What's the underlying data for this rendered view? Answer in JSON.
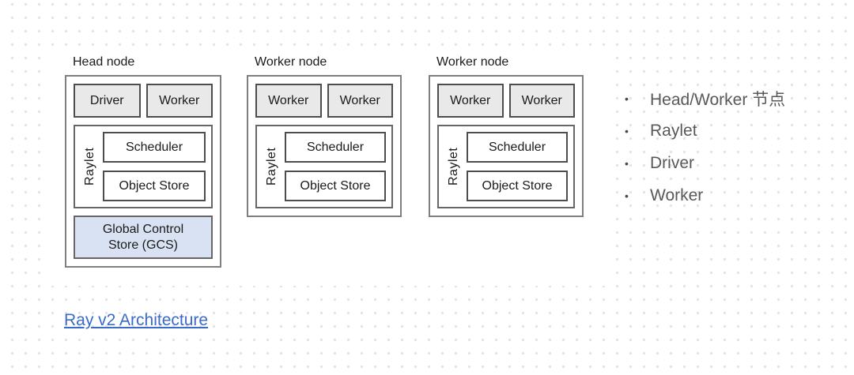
{
  "diagram": {
    "nodes": [
      {
        "label": "Head node",
        "processes": [
          "Driver",
          "Worker"
        ],
        "raylet": {
          "label": "Raylet",
          "components": [
            "Scheduler",
            "Object Store"
          ]
        },
        "gcs": {
          "line1": "Global Control",
          "line2": "Store (GCS)"
        }
      },
      {
        "label": "Worker node",
        "processes": [
          "Worker",
          "Worker"
        ],
        "raylet": {
          "label": "Raylet",
          "components": [
            "Scheduler",
            "Object Store"
          ]
        }
      },
      {
        "label": "Worker node",
        "processes": [
          "Worker",
          "Worker"
        ],
        "raylet": {
          "label": "Raylet",
          "components": [
            "Scheduler",
            "Object Store"
          ]
        }
      }
    ]
  },
  "bullet_list": {
    "glyph": "•",
    "items": [
      "Head/Worker 节点",
      "Raylet",
      "Driver",
      "Worker"
    ]
  },
  "footer_link": {
    "text": "Ray v2 Architecture"
  },
  "colors": {
    "process_fill": "#e9e9e9",
    "gcs_fill": "#d9e2f2",
    "link_blue": "#3a6bc9",
    "bullet_text": "#595959"
  }
}
